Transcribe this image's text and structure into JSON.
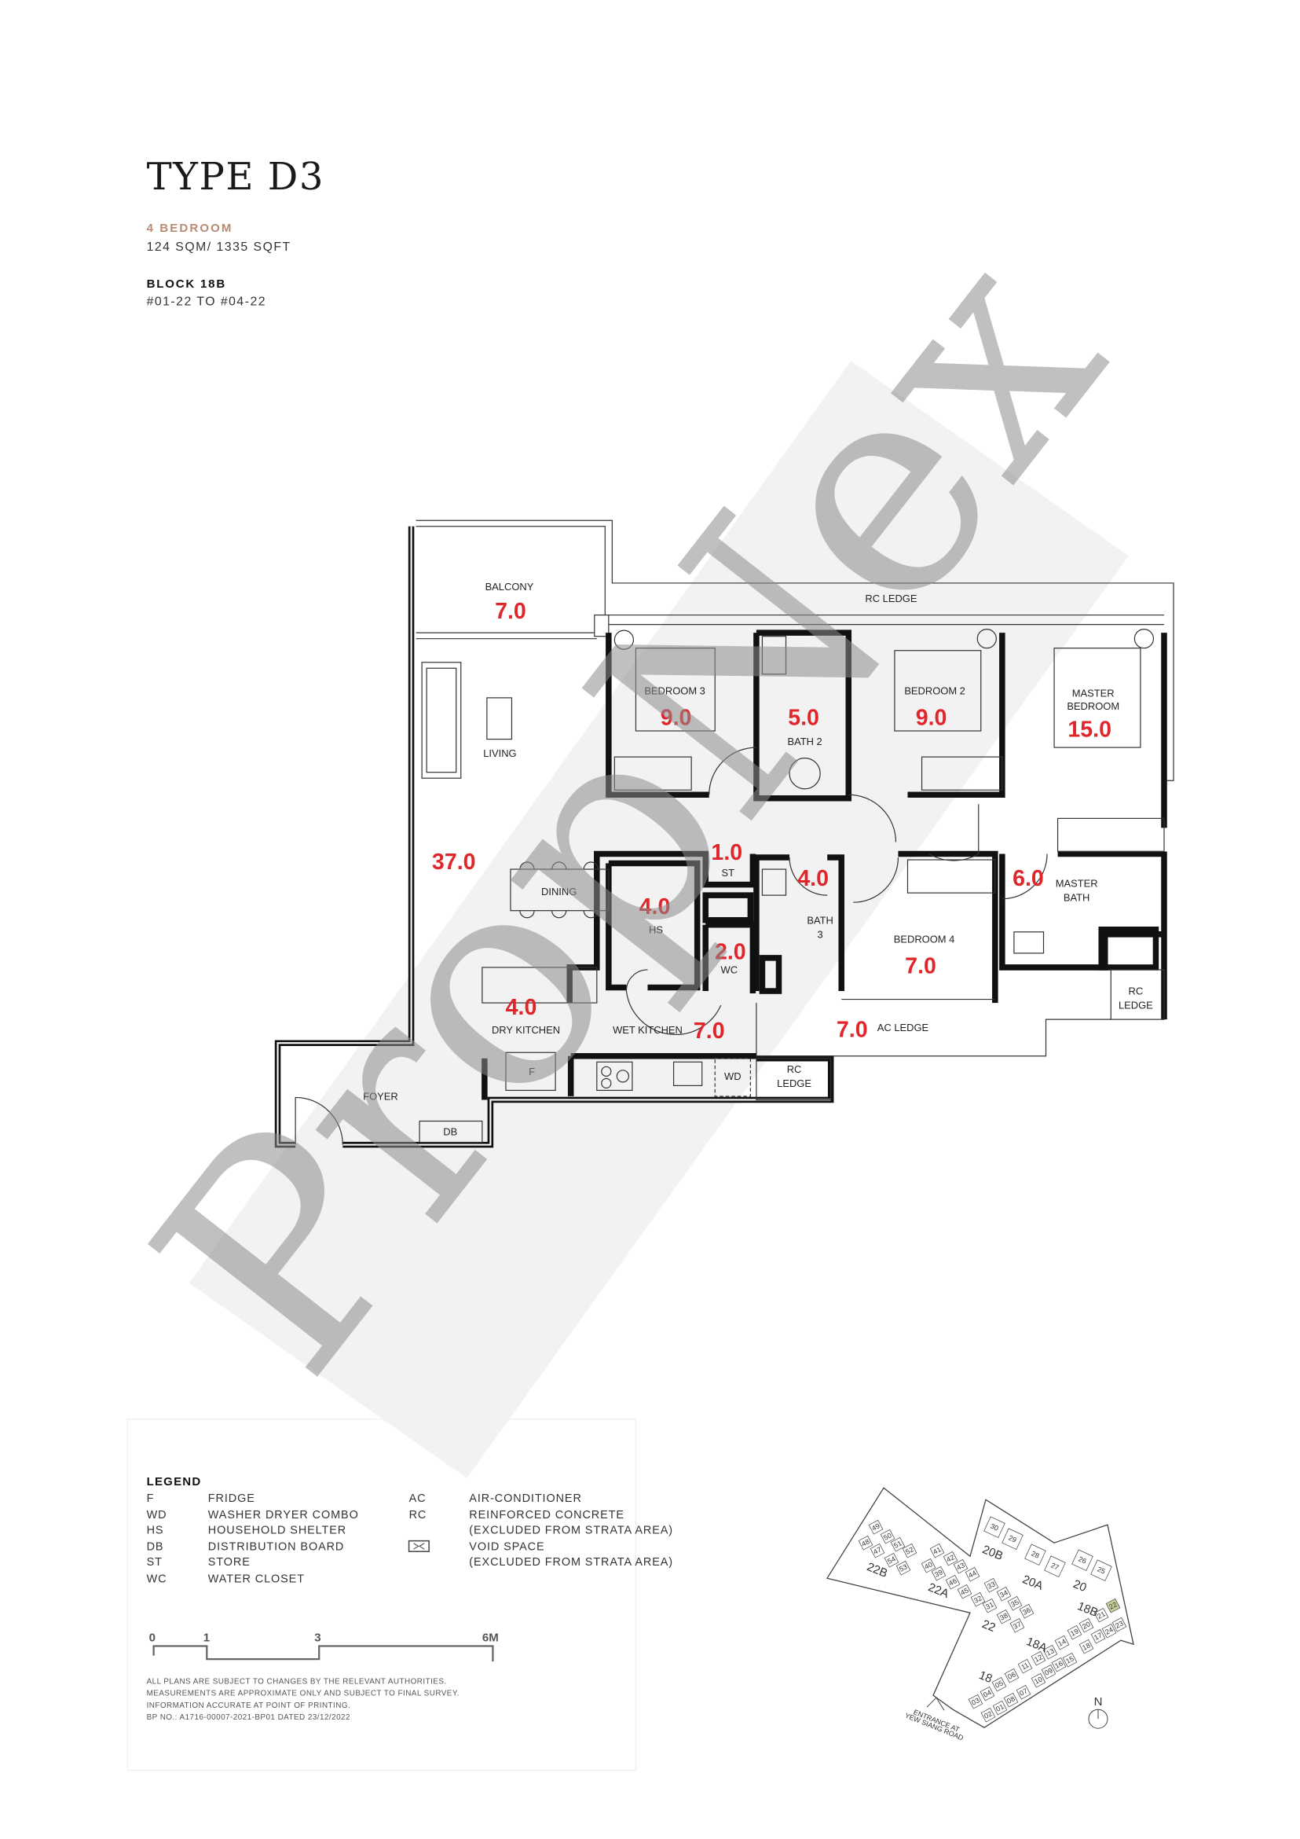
{
  "header": {
    "title": "TYPE D3",
    "bedrooms": "4 BEDROOM",
    "size": "124 SQM/ 1335 SQFT",
    "block": "BLOCK 18B",
    "units": "#01-22 TO #04-22"
  },
  "colors": {
    "accent": "#b98a72",
    "area_red": "#e0252b",
    "highlight_unit": "#c9cf9a"
  },
  "watermark": "PropNex",
  "plan": {
    "labels": {
      "balcony": "BALCONY",
      "rc_ledge_top": "RC LEDGE",
      "bedroom3": "BEDROOM 3",
      "bath2": "BATH 2",
      "bedroom2": "BEDROOM 2",
      "master_bedroom_1": "MASTER",
      "master_bedroom_2": "BEDROOM",
      "living": "LIVING",
      "dining": "DINING",
      "st": "ST",
      "hs": "HS",
      "bath3_1": "BATH",
      "bath3_2": "3",
      "wc": "WC",
      "bedroom4": "BEDROOM 4",
      "master_bath_1": "MASTER",
      "master_bath_2": "BATH",
      "rc_ledge_right_1": "RC",
      "rc_ledge_right_2": "LEDGE",
      "dry_kitchen": "DRY KITCHEN",
      "wet_kitchen": "WET KITCHEN",
      "ac_ledge": "AC LEDGE",
      "fridge": "F",
      "wd": "WD",
      "rc_ledge_bottom_1": "RC",
      "rc_ledge_bottom_2": "LEDGE",
      "foyer": "FOYER",
      "db": "DB"
    },
    "areas": {
      "balcony": "7.0",
      "bedroom3": "9.0",
      "bath2": "5.0",
      "bedroom2": "9.0",
      "master_bedroom": "15.0",
      "living_dining": "37.0",
      "st": "1.0",
      "bath3": "4.0",
      "master_bath": "6.0",
      "hs": "4.0",
      "wc": "2.0",
      "bedroom4": "7.0",
      "dry_kitchen": "4.0",
      "wet_kitchen": "7.0",
      "ac_ledge": "7.0"
    }
  },
  "legend": {
    "title": "LEGEND",
    "left": [
      {
        "code": "F",
        "desc": "FRIDGE"
      },
      {
        "code": "WD",
        "desc": "WASHER DRYER COMBO"
      },
      {
        "code": "HS",
        "desc": "HOUSEHOLD SHELTER"
      },
      {
        "code": "DB",
        "desc": "DISTRIBUTION BOARD"
      },
      {
        "code": "ST",
        "desc": "STORE"
      },
      {
        "code": "WC",
        "desc": "WATER CLOSET"
      }
    ],
    "right": [
      {
        "code": "AC",
        "desc": "AIR-CONDITIONER"
      },
      {
        "code": "RC",
        "desc": "REINFORCED CONCRETE"
      },
      {
        "code": "",
        "desc": "(EXCLUDED FROM STRATA AREA)"
      },
      {
        "code": "void-space-icon",
        "desc": "VOID SPACE"
      },
      {
        "code": "",
        "desc": "(EXCLUDED FROM STRATA AREA)"
      }
    ]
  },
  "scale_bar": {
    "ticks": [
      "0",
      "1",
      "3",
      "6M"
    ]
  },
  "notes": [
    "ALL PLANS ARE SUBJECT TO CHANGES BY THE RELEVANT AUTHORITIES.",
    "MEASUREMENTS ARE APPROXIMATE ONLY AND SUBJECT TO FINAL SURVEY.",
    "INFORMATION ACCURATE AT POINT OF PRINTING.",
    "BP NO.: A1716-00007-2021-BP01 DATED 23/12/2022"
  ],
  "site_plan": {
    "blocks": [
      "22B",
      "22A",
      "22",
      "20B",
      "20A",
      "20",
      "18B",
      "18A",
      "18"
    ],
    "units": [
      "49",
      "50",
      "51",
      "52",
      "48",
      "47",
      "54",
      "53",
      "41",
      "42",
      "43",
      "44",
      "40",
      "39",
      "46",
      "45",
      "33",
      "34",
      "35",
      "36",
      "32",
      "31",
      "38",
      "37",
      "30",
      "29",
      "28",
      "27",
      "26",
      "25",
      "22",
      "21",
      "23",
      "20",
      "24",
      "17",
      "19",
      "18",
      "14",
      "15",
      "13",
      "16",
      "12",
      "11",
      "09",
      "10",
      "06",
      "05",
      "07",
      "08",
      "04",
      "03",
      "01",
      "02"
    ],
    "highlighted_unit": "22",
    "entrance_1": "ENTRANCE AT",
    "entrance_2": "YEW SIANG ROAD",
    "north": "N"
  }
}
